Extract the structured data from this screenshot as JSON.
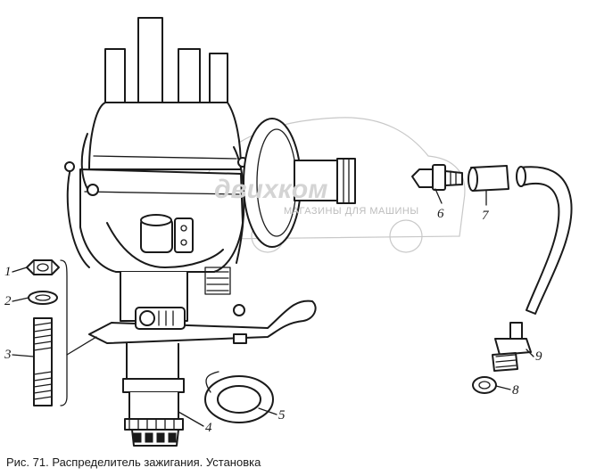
{
  "caption": "Рис. 71. Распределитель зажигания. Установка",
  "watermark": {
    "brand": "двиxком",
    "tagline": "МАГАЗИНЫ ДЛЯ МАШИНЫ"
  },
  "callouts": [
    "1",
    "2",
    "3",
    "4",
    "5",
    "6",
    "7",
    "8",
    "9"
  ],
  "colors": {
    "ink": "#1a1a1a",
    "paper": "#ffffff",
    "watermark": "#d4d4d4"
  }
}
